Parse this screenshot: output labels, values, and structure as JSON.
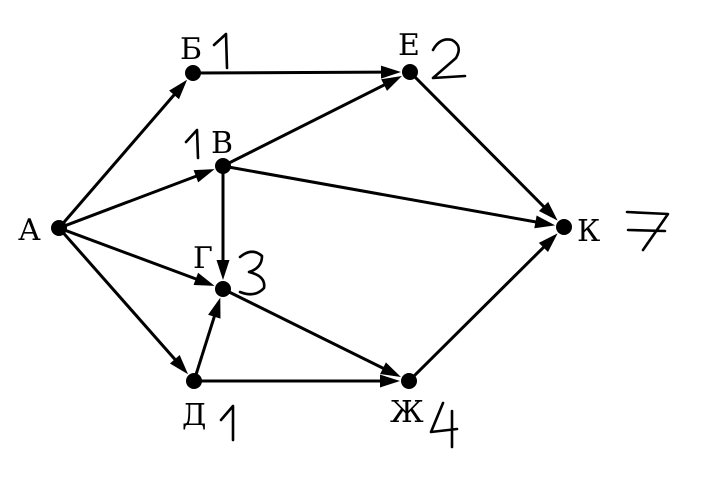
{
  "diagram": {
    "nodes": [
      {
        "id": "A",
        "label": "А",
        "note": ""
      },
      {
        "id": "B",
        "label": "Б",
        "note": "1"
      },
      {
        "id": "V",
        "label": "В",
        "note": "1"
      },
      {
        "id": "G",
        "label": "Г",
        "note": "3"
      },
      {
        "id": "D",
        "label": "Д",
        "note": "1"
      },
      {
        "id": "E",
        "label": "Е",
        "note": "2"
      },
      {
        "id": "ZH",
        "label": "Ж",
        "note": "4"
      },
      {
        "id": "K",
        "label": "К",
        "note": "7"
      }
    ],
    "edges": [
      {
        "from": "A",
        "to": "B"
      },
      {
        "from": "A",
        "to": "V"
      },
      {
        "from": "A",
        "to": "G"
      },
      {
        "from": "A",
        "to": "D"
      },
      {
        "from": "B",
        "to": "E"
      },
      {
        "from": "V",
        "to": "E"
      },
      {
        "from": "V",
        "to": "K"
      },
      {
        "from": "V",
        "to": "G"
      },
      {
        "from": "D",
        "to": "G"
      },
      {
        "from": "G",
        "to": "ZH"
      },
      {
        "from": "D",
        "to": "ZH"
      },
      {
        "from": "E",
        "to": "K"
      },
      {
        "from": "ZH",
        "to": "K"
      }
    ],
    "colors": {
      "ink": "#000000",
      "background": "#ffffff"
    }
  }
}
